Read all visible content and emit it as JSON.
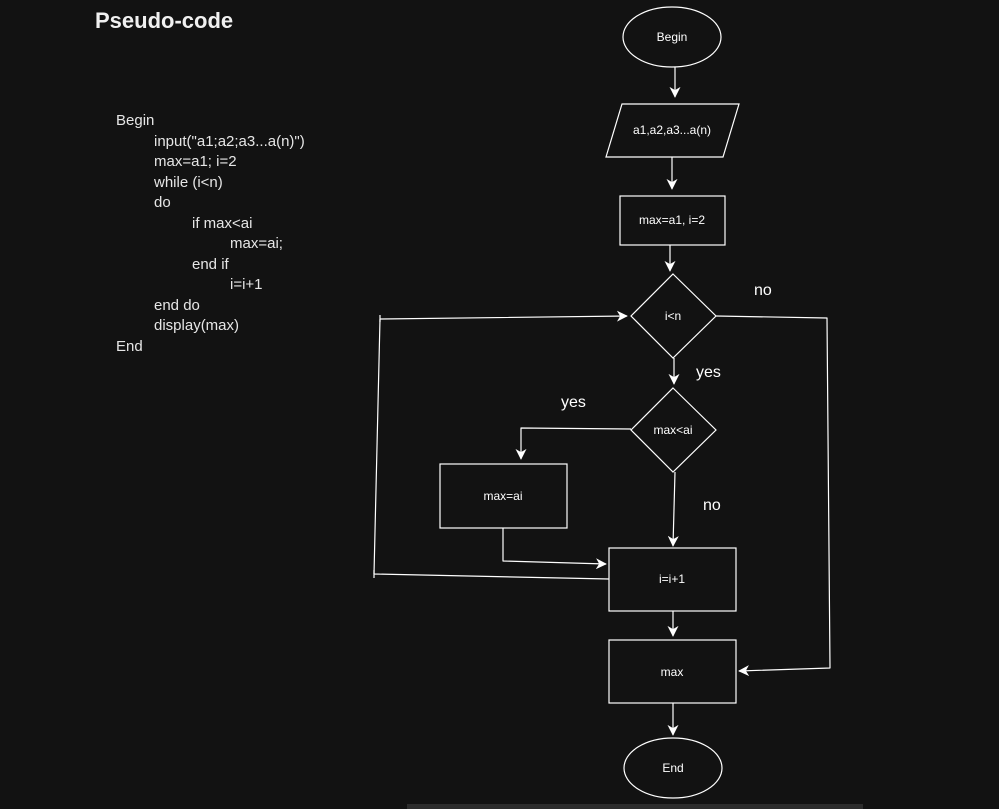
{
  "title": "Pseudo-code",
  "pseudocode": [
    {
      "text": "Begin",
      "indent": 0
    },
    {
      "text": "input(\"a1;a2;a3...a(n)\")",
      "indent": 1
    },
    {
      "text": "max=a1; i=2",
      "indent": 1
    },
    {
      "text": "while (i<n)",
      "indent": 1
    },
    {
      "text": "do",
      "indent": 1
    },
    {
      "text": "if max<ai",
      "indent": 2
    },
    {
      "text": "max=ai;",
      "indent": 3
    },
    {
      "text": "end if",
      "indent": 2
    },
    {
      "text": "i=i+1",
      "indent": 3
    },
    {
      "text": "end do",
      "indent": 1
    },
    {
      "text": "display(max)",
      "indent": 1
    },
    {
      "text": "End",
      "indent": 0
    }
  ],
  "flowchart": {
    "begin": "Begin",
    "input": "a1,a2,a3...a(n)",
    "init": "max=a1, i=2",
    "cond_loop": "i<n",
    "cond_max": "max<ai",
    "assign": "max=ai",
    "increment": "i=i+1",
    "output": "max",
    "end": "End",
    "label_loop_no": "no",
    "label_loop_yes": "yes",
    "label_max_yes": "yes",
    "label_max_no": "no"
  },
  "colors": {
    "background": "#121212",
    "stroke": "#ffffff",
    "text": "#f0f0f0"
  }
}
